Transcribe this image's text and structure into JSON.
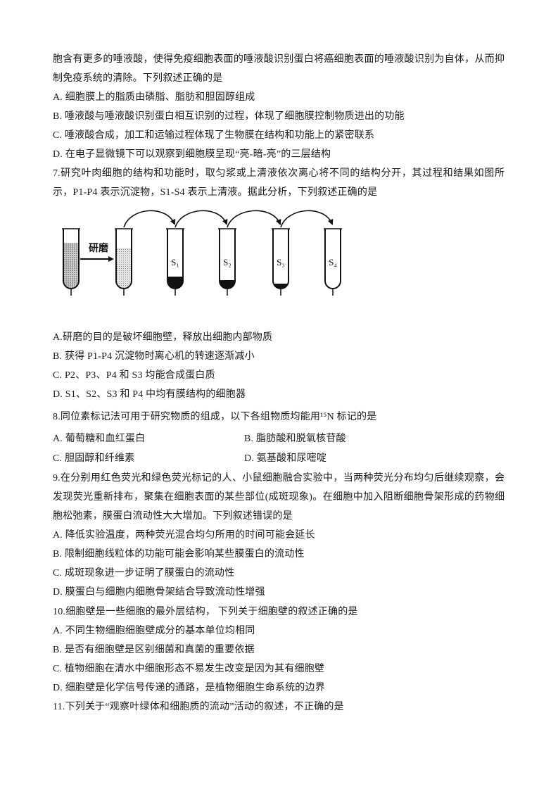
{
  "q6_tail": {
    "stem_line1": "胞含有更多的唾液酸，使得免疫细胞表面的唾液酸识别蛋白将癌细胞表面的唾液酸识别为自体，从而抑",
    "stem_line2": "制免疫系统的清除。下列叙述正确的是",
    "options": [
      "A. 细胞膜上的脂质由磷脂、脂肪和胆固醇组成",
      "B. 唾液酸与唾液酸识别蛋白相互识别的过程，体现了细胞膜控制物质进出的功能",
      "C. 唾液酸合成，加工和运输过程体现了生物膜在结构和功能上的紧密联系",
      "D. 在电子显微镜下可以观察到细胞膜呈现“亮-暗-亮”的三层结构"
    ]
  },
  "q7": {
    "stem_line1": "7.研究叶肉细胞的结构和功能时，取匀浆或上清液依次离心将不同的结构分开，其过程和结果如图所",
    "stem_line2": "示，P1-P4 表示沉淀物，S1-S4 表示上清液。据此分析，下列叙述正确的是",
    "figure": {
      "step_label": "研磨",
      "tube_labels": [
        "S₁",
        "S₂",
        "S₃",
        "S₄"
      ]
    },
    "options": [
      "A.研磨的目的是破坏细胞壁，释放出细胞内部物质",
      "B. 获得 P1-P4 沉淀物时离心机的转速逐渐减小",
      "C. P2、P3、P4 和 S3 均能合成蛋白质",
      "D. S1、S2、S3 和 P4 中均有膜结构的细胞器"
    ]
  },
  "q8": {
    "stem": "8.同位素标记法可用于研究物质的组成，以下各组物质均能用¹⁵N 标记的是",
    "options": [
      "A. 葡萄糖和血红蛋白",
      "B. 脂肪酸和脱氧核苷酸",
      "C. 胆固醇和纤维素",
      "D. 氨基酸和尿嘧啶"
    ]
  },
  "q9": {
    "stem_line1": "9.在分别用红色荧光和绿色荧光标记的人、小鼠细胞融合实验中，当两种荧光分布均匀后继续观察，会",
    "stem_line2": "发现荧光重新排布，聚集在细胞表面的某些部位(成斑现象)。在细胞中加入阻断细胞骨架形成的药物细",
    "stem_line3": "胞松弛素，膜蛋白流动性大大增加。下列叙述错误的是",
    "options": [
      "A. 降低实验温度，两种荧光混合均匀所用的时间可能会延长",
      "B. 限制细胞线粒体的功能可能会影响某些膜蛋白的流动性",
      "C. 成斑现象进一步证明了膜蛋白的流动性",
      "D. 膜蛋白与细胞内细胞骨架结合导致流动性增强"
    ]
  },
  "q10": {
    "stem": "10.细胞壁是一些细胞的最外层结构， 下列关于细胞壁的叙述正确的是",
    "options": [
      "A. 不同生物细胞细胞壁成分的基本单位均相同",
      "B. 是否有细胞壁是区别细菌和真菌的重要依据",
      "C. 植物细胞在清水中细胞形态不易发生改变是因为其有细胞壁",
      "D. 细胞壁是化学信号传递的通路，是植物细胞生命系统的边界"
    ]
  },
  "q11": {
    "stem": "11.下列关于“观察叶绿体和细胞质的流动”活动的叙述，不正确的是"
  }
}
